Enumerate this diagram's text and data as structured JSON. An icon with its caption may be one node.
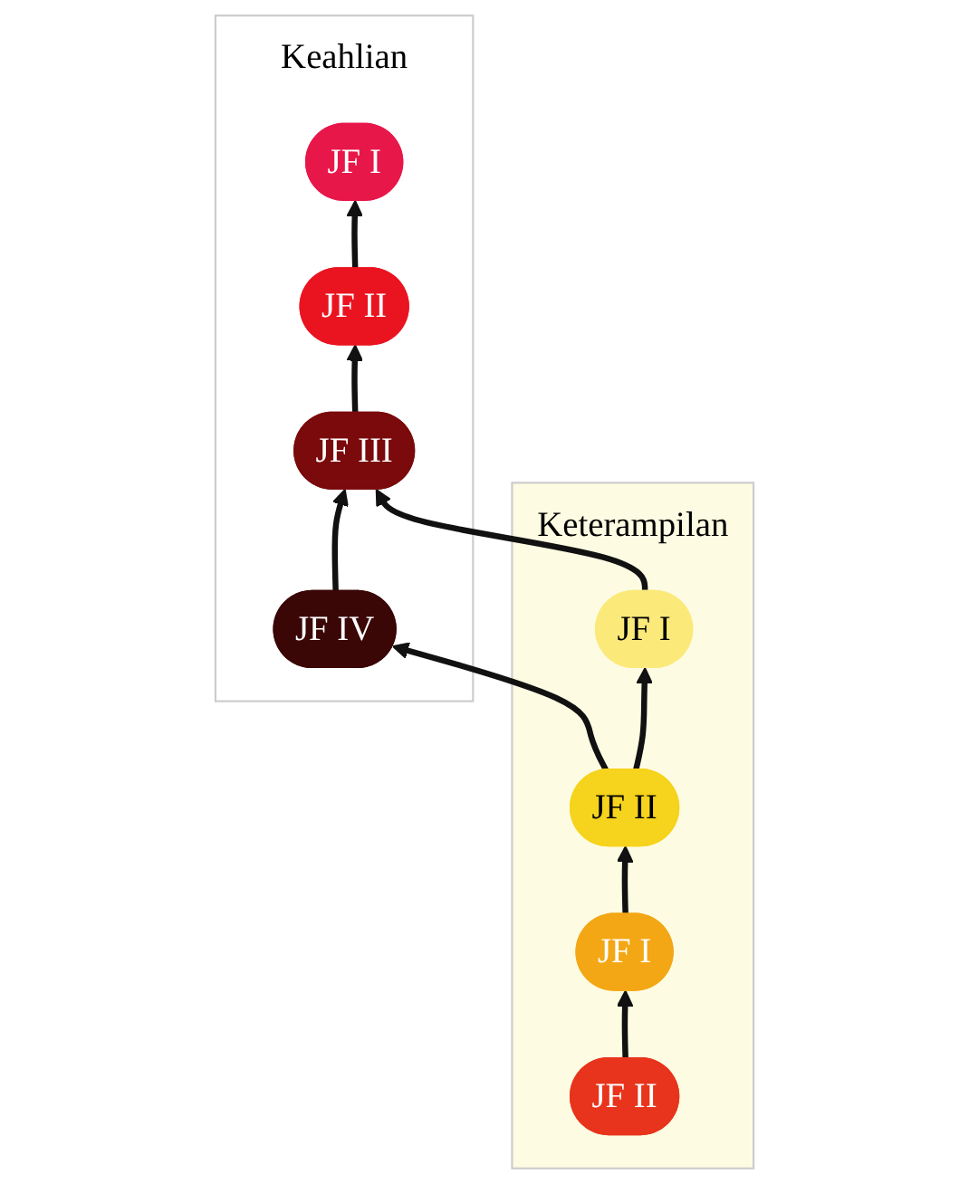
{
  "diagram": {
    "nodes": [
      {
        "text": [
          "Keahlian"
        ]
      },
      {
        "text": [
          "JF I"
        ],
        "in": 0
      },
      {
        "text": [
          "JF II"
        ],
        "in": 0
      },
      {
        "text": [
          "JF III"
        ],
        "in": 0
      },
      {
        "text": [
          "JF IV"
        ],
        "in": 0
      },
      {
        "text": [
          "Keterampilan"
        ]
      },
      {
        "text": [
          "JF I"
        ],
        "in": 5
      },
      {
        "text": [
          "JF II"
        ],
        "in": 5
      },
      {
        "text": [
          "JF I"
        ],
        "in": 5
      },
      {
        "text": [
          "JF II"
        ],
        "in": 5
      }
    ],
    "edges": [
      {
        "from": 2,
        "to": 1,
        "arrow": "to"
      },
      {
        "from": 3,
        "to": 2,
        "arrow": "to"
      },
      {
        "from": 4,
        "to": 3,
        "arrow": "to"
      },
      {
        "from": 9,
        "to": 8,
        "arrow": "to"
      },
      {
        "from": 8,
        "to": 7,
        "arrow": "to"
      },
      {
        "from": 7,
        "to": 6,
        "arrow": "to"
      },
      {
        "from": 6,
        "to": 3,
        "arrow": "to"
      },
      {
        "from": 7,
        "to": 4,
        "arrow": "to"
      }
    ]
  }
}
